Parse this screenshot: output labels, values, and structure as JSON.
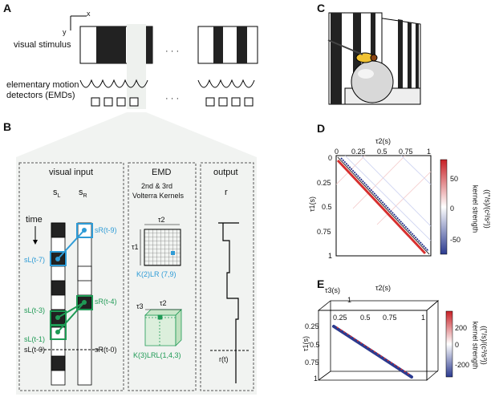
{
  "panels": {
    "A": "A",
    "B": "B",
    "C": "C",
    "D": "D",
    "E": "E"
  },
  "panelA": {
    "axis_x": "x",
    "axis_y": "y",
    "visual_stimulus": "visual stimulus",
    "emd_line1": "elementary motion",
    "emd_line2": "detectors (EMDs)",
    "ellipsis": "· · ·"
  },
  "panelB": {
    "visual_input": "visual input",
    "emd": "EMD",
    "output": "output",
    "sL": "s",
    "sL_sub": "L",
    "sR": "s",
    "sR_sub": "R",
    "r": "r",
    "time": "time",
    "volterra_line1": "2nd & 3rd",
    "volterra_line2": "Volterra Kernels",
    "tau2": "τ2",
    "tau1": "τ1",
    "tau3": "τ3",
    "kernel2": "K(2)LR (7,9)",
    "kernel3": "K(3)LRL(1,4,3)",
    "labels_left": [
      "sL(t-7)",
      "sL(t-3)",
      "sL(t-1)",
      "sL(t-0)"
    ],
    "labels_right": [
      "sR(t-9)",
      "sR(t-4)",
      "sR(t-0)"
    ],
    "rt": "r(t)"
  },
  "panelD": {
    "xlabel": "τ2(s)",
    "ylabel": "τ1(s)",
    "xticks": [
      "0",
      "0.25",
      "0.5",
      "0.75",
      "1"
    ],
    "yticks": [
      "0",
      "0.25",
      "0.5",
      "0.75",
      "1"
    ],
    "cbar_ticks": [
      "50",
      "0",
      "-50"
    ],
    "cbar_label1": "kernel strength",
    "cbar_label2": "((°/s)/(c²/s²))"
  },
  "panelE": {
    "xlabel": "τ2(s)",
    "ylabel": "τ1(s)",
    "zlabel": "τ3(s)",
    "xticks": [
      "0.25",
      "0.5",
      "0.75",
      "1"
    ],
    "yticks": [
      "0.25",
      "0.5",
      "0.75",
      "1"
    ],
    "ztick": "1",
    "cbar_ticks": [
      "200",
      "0",
      "-200"
    ],
    "cbar_label1": "kernel strength",
    "cbar_label2": "((°/s)/(c³/s³))"
  },
  "colors": {
    "blue": "#2e9bd6",
    "green": "#1f9a55",
    "red": "#d7302f",
    "navy": "#2b3a8f"
  }
}
